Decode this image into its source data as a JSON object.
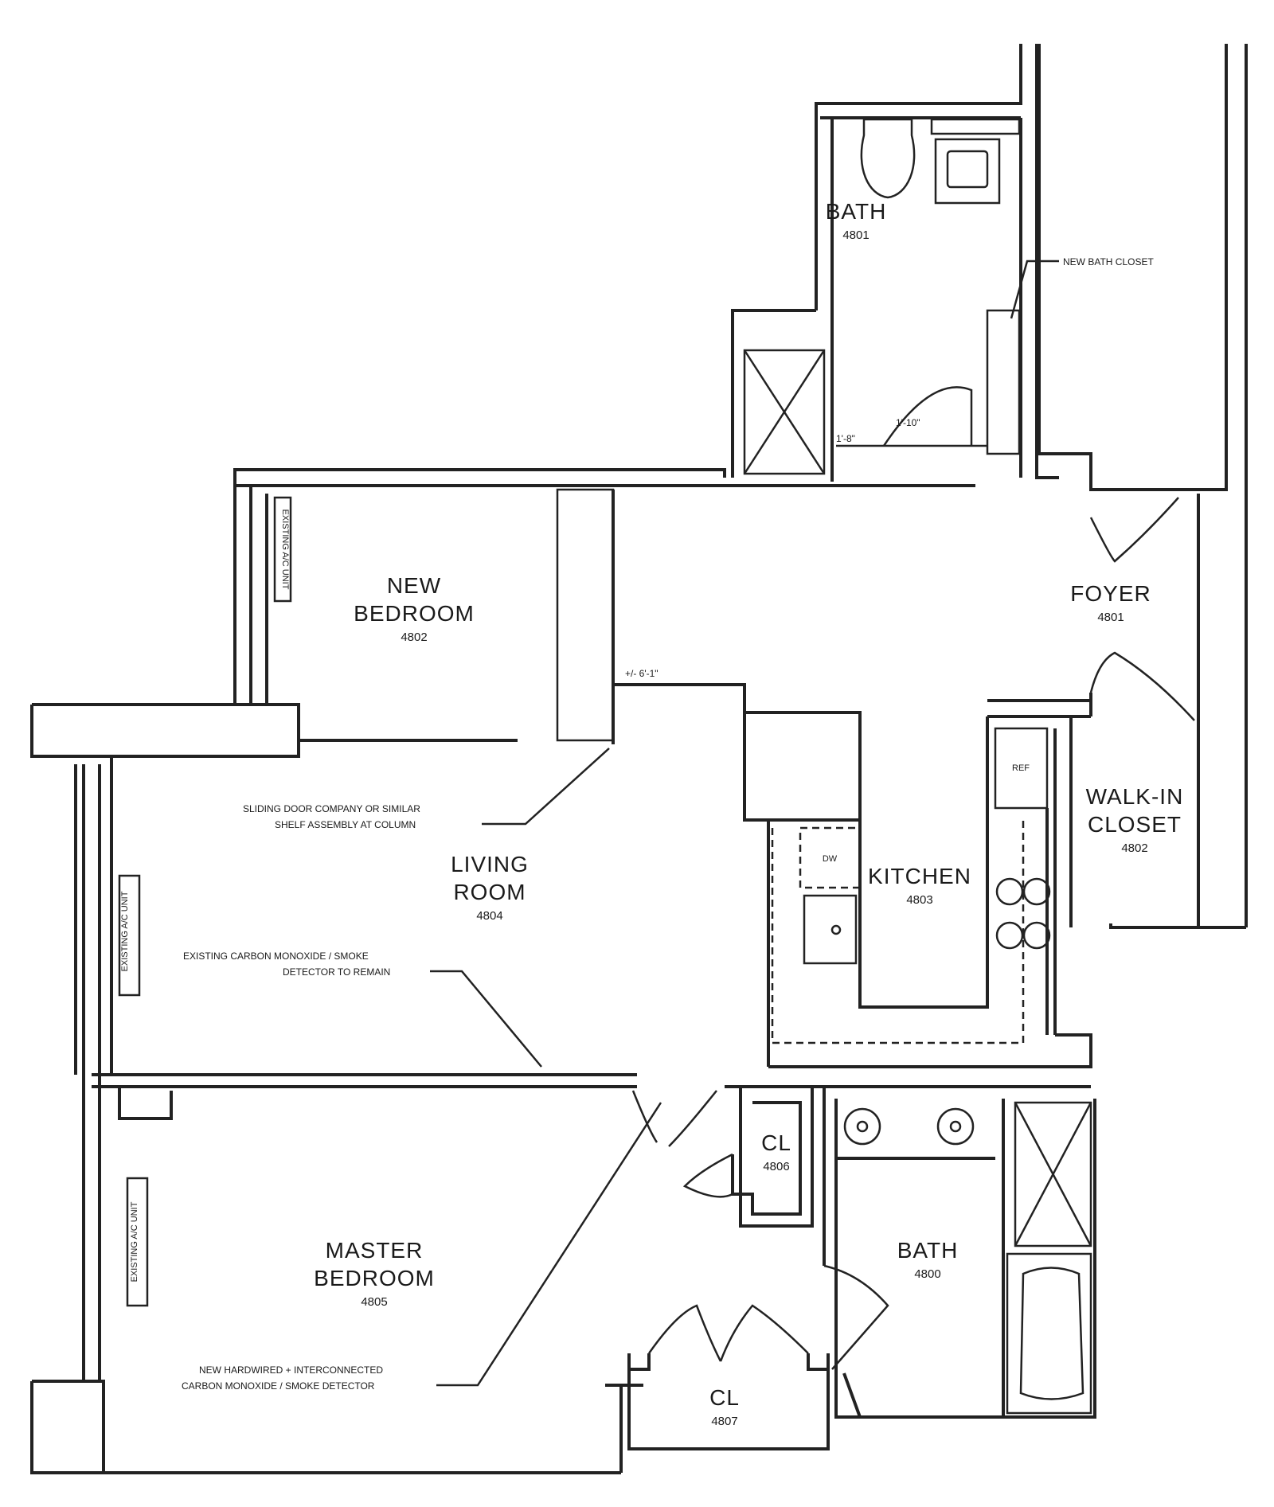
{
  "rooms": {
    "bath_upper": {
      "name": "BATH",
      "number": "4801"
    },
    "new_bedroom": {
      "name_line1": "NEW",
      "name_line2": "BEDROOM",
      "number": "4802"
    },
    "foyer": {
      "name": "FOYER",
      "number": "4801"
    },
    "living_room": {
      "name_line1": "LIVING",
      "name_line2": "ROOM",
      "number": "4804"
    },
    "kitchen": {
      "name": "KITCHEN",
      "number": "4803"
    },
    "walk_in_closet": {
      "name_line1": "WALK-IN",
      "name_line2": "CLOSET",
      "number": "4802"
    },
    "closet_mid": {
      "name": "CL",
      "number": "4806"
    },
    "bath_lower": {
      "name": "BATH",
      "number": "4800"
    },
    "master_bedroom": {
      "name_line1": "MASTER",
      "name_line2": "BEDROOM",
      "number": "4805"
    },
    "closet_lower": {
      "name": "CL",
      "number": "4807"
    }
  },
  "notes": {
    "bath_closet": "NEW BATH CLOSET",
    "sliding_door_line1": "SLIDING DOOR COMPANY OR SIMILAR",
    "sliding_door_line2": "SHELF ASSEMBLY AT COLUMN",
    "detector_line1": "EXISTING CARBON MONOXIDE / SMOKE",
    "detector_line2": "DETECTOR TO REMAIN",
    "new_detector_line1": "NEW HARDWIRED + INTERCONNECTED",
    "new_detector_line2": "CARBON MONOXIDE / SMOKE DETECTOR",
    "dim_a": "1'-8\"",
    "dim_b": "1'-10\"",
    "dim_c": "+/- 6'-1\"",
    "existing_ac_living": "EXISTING A/C UNIT",
    "existing_ac_master": "EXISTING A/C UNIT",
    "existing_ac_bedroom": "EXISTING A/C UNIT",
    "kitchen_ref": "REF",
    "kitchen_dw": "DW"
  }
}
